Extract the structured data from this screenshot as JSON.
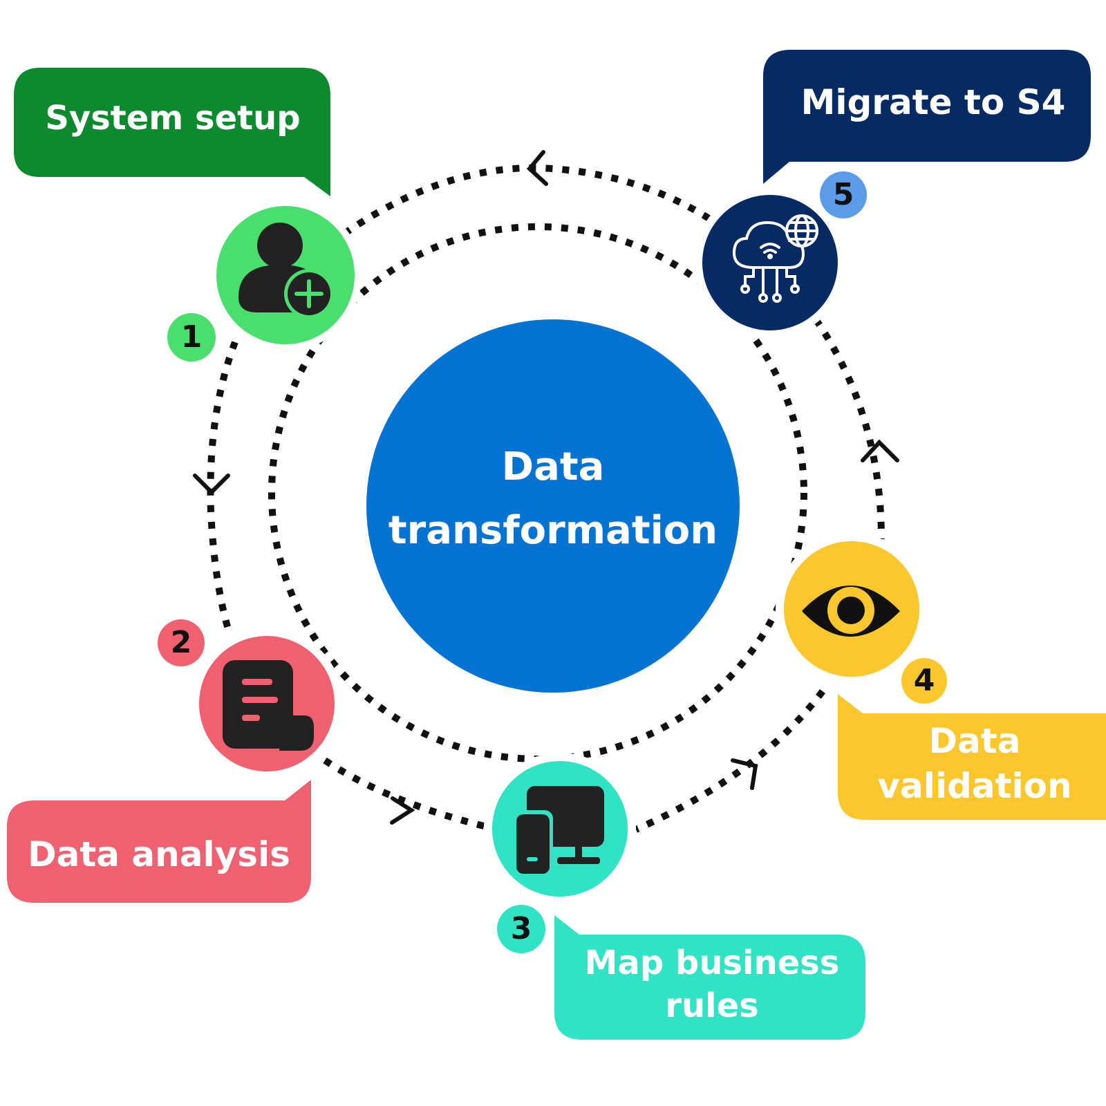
{
  "center": {
    "line1": "Data",
    "line2": "transformation"
  },
  "steps": [
    {
      "number": "1",
      "label": "System setup",
      "icon": "add-user-icon",
      "color": "#4ADE6E",
      "callout_color": "#0E8A2E"
    },
    {
      "number": "2",
      "label": "Data analysis",
      "icon": "document-scroll-icon",
      "color": "#EF6070",
      "callout_color": "#EF6070"
    },
    {
      "number": "3",
      "label_line1": "Map business",
      "label_line2": "rules",
      "icon": "devices-icon",
      "color": "#2FE3C4",
      "callout_color": "#2FE3C4"
    },
    {
      "number": "4",
      "label_line1": "Data",
      "label_line2": "validation",
      "icon": "eye-icon",
      "color": "#FCC72C",
      "callout_color": "#FCC72C"
    },
    {
      "number": "5",
      "label": "Migrate to S4",
      "icon": "cloud-network-icon",
      "color": "#062A63",
      "callout_color": "#062A63",
      "badge_color": "#5B9BE8"
    }
  ],
  "colors": {
    "center": "#0473D1",
    "arrows": "#111111"
  }
}
